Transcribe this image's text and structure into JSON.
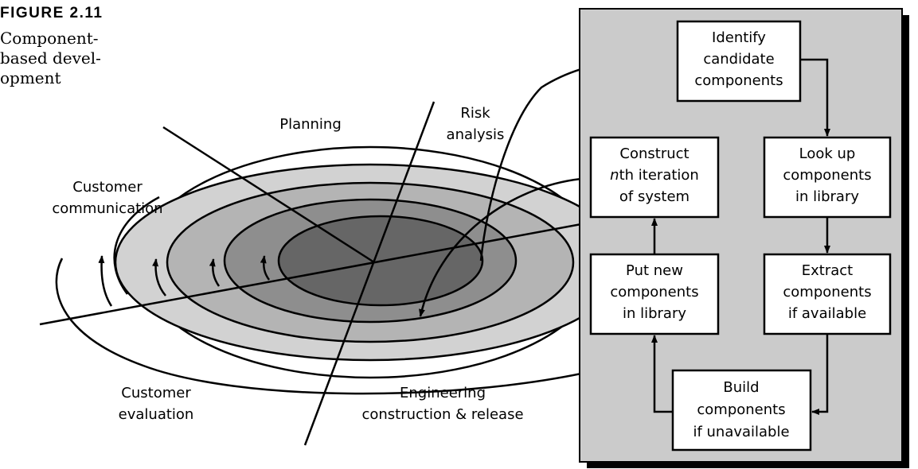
{
  "figure": {
    "label": "FIGURE 2.11",
    "caption_lines": [
      "Component-",
      "based devel-",
      "opment"
    ]
  },
  "spiral": {
    "labels": {
      "planning": "Planning",
      "risk_analysis": [
        "Risk",
        "analysis"
      ],
      "customer_communication": [
        "Customer",
        "communication"
      ],
      "customer_evaluation": [
        "Customer",
        "evaluation"
      ],
      "engineering": [
        "Engineering",
        "construction & release"
      ]
    },
    "ring_colors": [
      "#d2d2d2",
      "#b4b4b4",
      "#8e8e8e",
      "#666666"
    ]
  },
  "process_panel": {
    "background": "#cbcbcb",
    "boxes": {
      "identify": {
        "lines": [
          "Identify",
          "candidate",
          "components"
        ]
      },
      "lookup": {
        "lines": [
          "Look up",
          "components",
          "in library"
        ]
      },
      "extract": {
        "lines": [
          "Extract",
          "components",
          "if available"
        ]
      },
      "build": {
        "lines": [
          "Build",
          "components",
          "if unavailable"
        ]
      },
      "put_new": {
        "lines": [
          "Put new",
          "components",
          "in library"
        ]
      },
      "construct": {
        "lines": [
          "Construct",
          "nth iteration",
          "of system"
        ]
      }
    }
  }
}
